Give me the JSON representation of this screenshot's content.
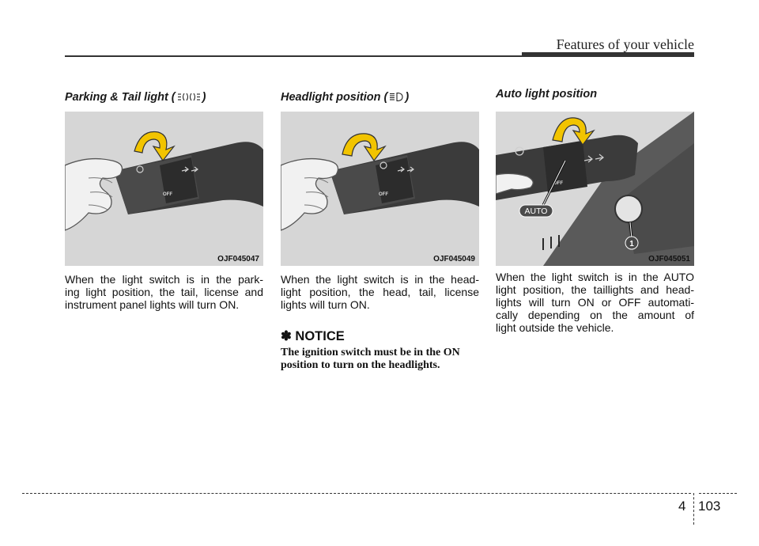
{
  "header": {
    "running_head": "Features of your vehicle"
  },
  "columns": [
    {
      "title_before": "Parking & Tail light (",
      "title_icon": "parking-light-icon",
      "title_after": ")",
      "figure_code": "OJF045047",
      "body_lines": [
        "When the light switch is in the park-",
        "ing light position, the tail, license and",
        "instrument panel lights will turn ON."
      ]
    },
    {
      "title_before": "Headlight position (",
      "title_icon": "headlight-icon",
      "title_after": ")",
      "figure_code": "OJF045049",
      "body_lines": [
        "When the light switch is in the head-",
        "light position, the head, tail, license",
        "lights will turn ON."
      ]
    },
    {
      "title_before": "Auto light position",
      "title_icon": "",
      "title_after": "",
      "figure_code": "OJF045051",
      "figure_labels": {
        "auto": "AUTO",
        "callout": "1",
        "off": "OFF"
      },
      "body_lines": [
        "When the light switch is in the AUTO",
        "light position, the taillights and head-",
        "lights will turn ON or OFF automati-",
        "cally depending on the amount of",
        "light outside the vehicle."
      ]
    }
  ],
  "notice": {
    "title": "✽ NOTICE",
    "lines": [
      "The ignition switch must be in the ON",
      "position to turn on the headlights."
    ]
  },
  "switch_label": "OFF",
  "footer": {
    "chapter": "4",
    "page": "103"
  }
}
